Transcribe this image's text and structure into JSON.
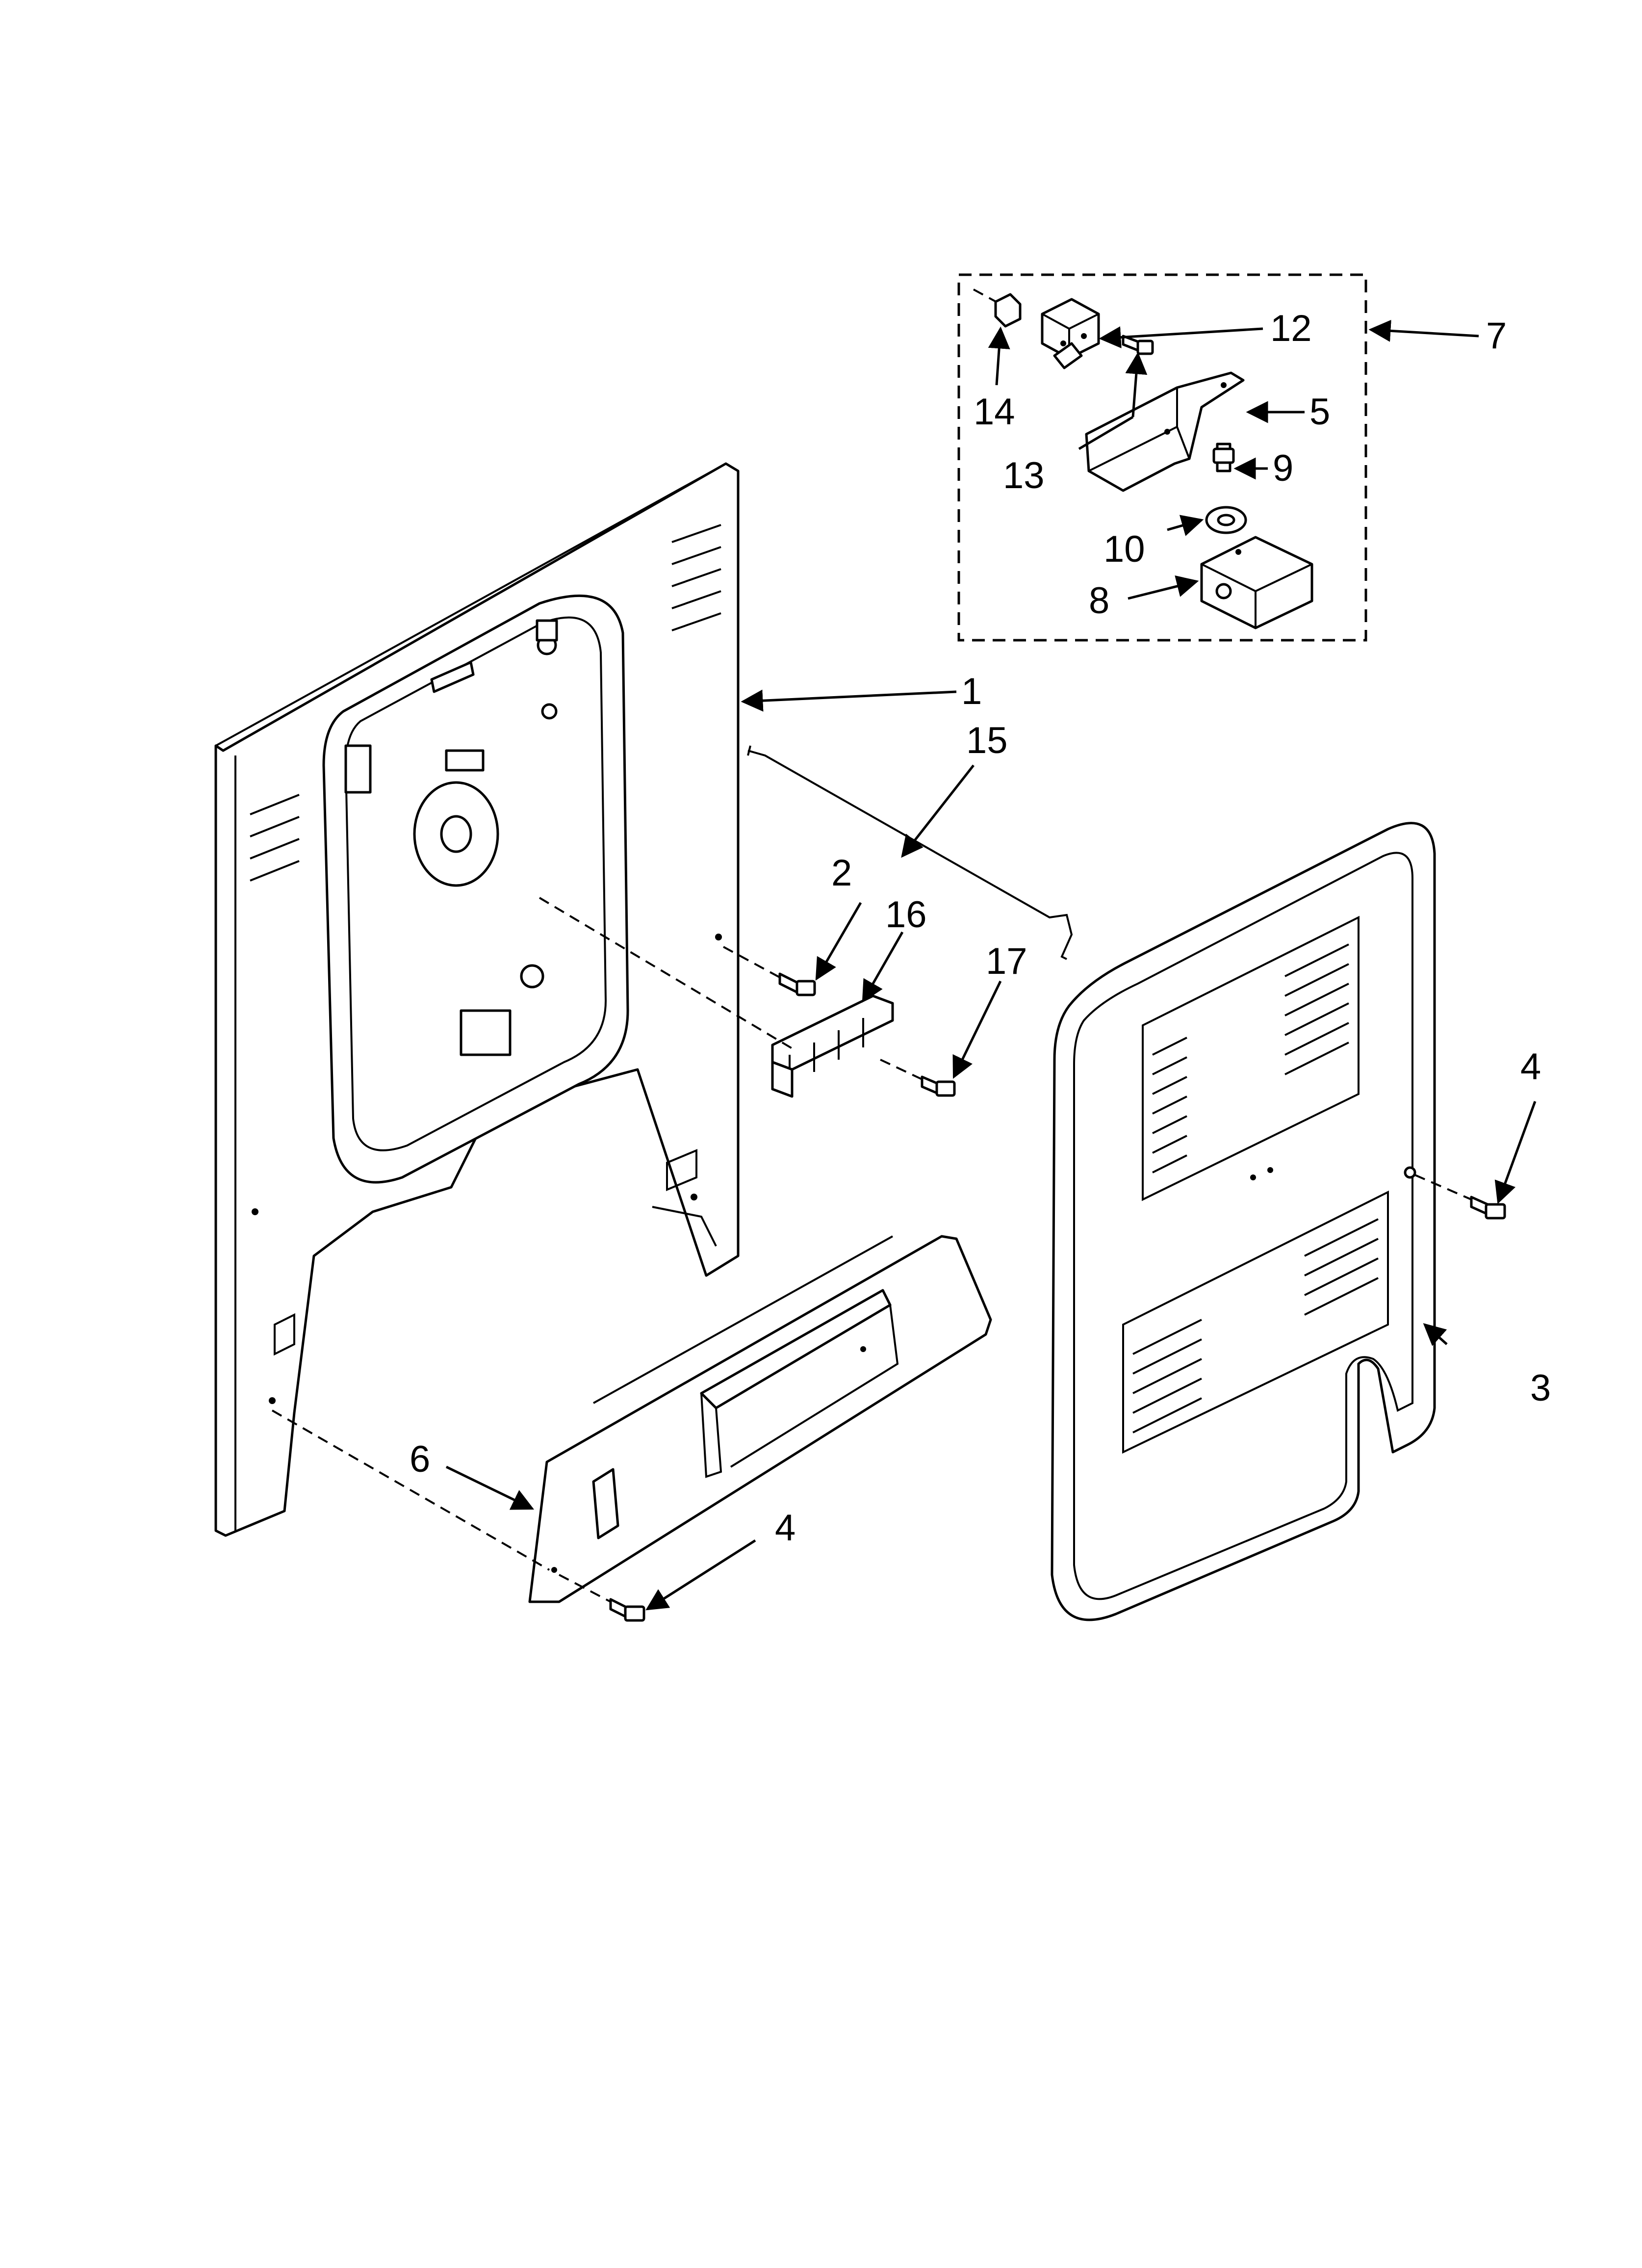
{
  "callouts": {
    "c1": "1",
    "c2": "2",
    "c3": "3",
    "c4a": "4",
    "c4b": "4",
    "c5": "5",
    "c6": "6",
    "c7": "7",
    "c8": "8",
    "c9": "9",
    "c10": "10",
    "c12": "12",
    "c13": "13",
    "c14": "14",
    "c15": "15",
    "c16": "16",
    "c17": "17"
  }
}
